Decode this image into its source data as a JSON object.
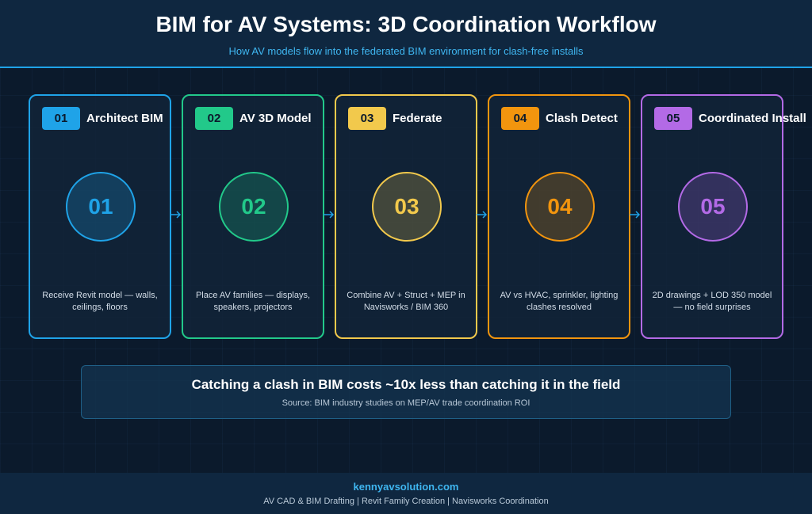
{
  "header": {
    "title": "BIM for AV Systems: 3D Coordination Workflow",
    "subtitle": "How AV models flow into the federated BIM environment for clash-free installs"
  },
  "steps": [
    {
      "badge": "01",
      "title": "Architect BIM",
      "number": "01",
      "desc": "Receive Revit model — walls, ceilings, floors",
      "color": "#1fa3e8"
    },
    {
      "badge": "02",
      "title": "AV 3D Model",
      "number": "02",
      "desc": "Place AV families — displays, speakers, projectors",
      "color": "#22c98a"
    },
    {
      "badge": "03",
      "title": "Federate",
      "number": "03",
      "desc": "Combine AV + Struct + MEP in Navisworks / BIM 360",
      "color": "#f2c94c"
    },
    {
      "badge": "04",
      "title": "Clash Detect",
      "number": "04",
      "desc": "AV vs HVAC, sprinkler, lighting clashes resolved",
      "color": "#f2950e"
    },
    {
      "badge": "05",
      "title": "Coordinated Install",
      "number": "05",
      "desc": "2D drawings + LOD 350 model — no field surprises",
      "color": "#b36ae6"
    }
  ],
  "callout": {
    "title": "Catching a clash in BIM costs ~10x less than catching it in the field",
    "source": "Source: BIM industry studies on MEP/AV trade coordination ROI"
  },
  "footer": {
    "site": "kennyavsolution.com",
    "services": "AV CAD & BIM Drafting | Revit Family Creation | Navisworks Coordination"
  },
  "colors": {
    "background": "#0b1a2c",
    "header_accent": "#1fa3e8",
    "arrow": "#1fa3e8"
  }
}
